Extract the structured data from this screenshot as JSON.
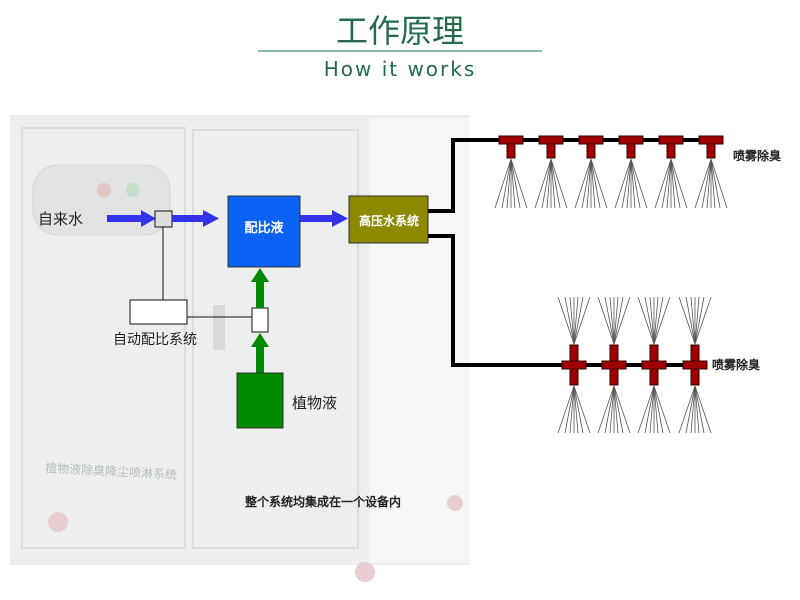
{
  "header": {
    "title_cn": "工作原理",
    "title_en": "How it works"
  },
  "cabinet": {
    "watermark": "植物液除臭降尘喷淋系统"
  },
  "diagram": {
    "tap_water": "自来水",
    "mix_liquid": "配比液",
    "high_pressure": "高压水系统",
    "auto_ratio": "自动配比系统",
    "plant_liquid": "植物液",
    "spray_top": "喷雾除臭",
    "spray_bottom": "喷雾除臭",
    "caption": "整个系统均集成在一个设备内"
  },
  "colors": {
    "title": "#236b4c",
    "blue_box": "#0a62f5",
    "arrow_blue": "#3333ee",
    "olive": "#8c8a00",
    "green": "#008a00",
    "nozzle": "#a00000"
  }
}
